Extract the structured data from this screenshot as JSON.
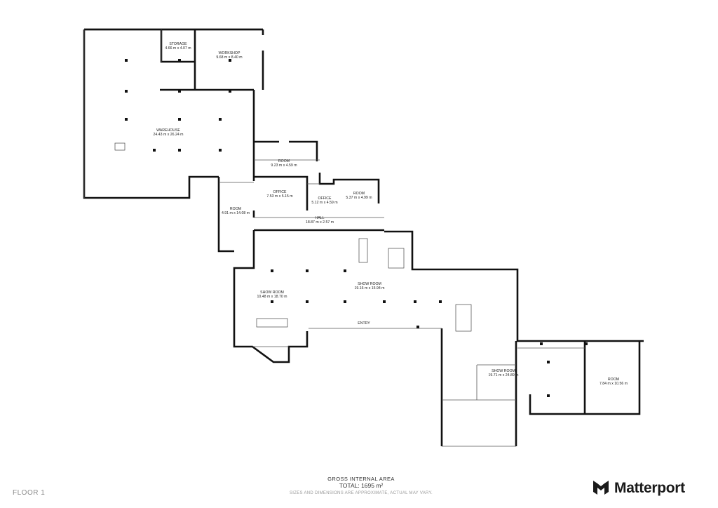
{
  "floor_label": "FLOOR 1",
  "area": {
    "title": "GROSS INTERNAL AREA",
    "total": "TOTAL: 1695 m²",
    "note": "SIZES AND DIMENSIONS ARE APPROXIMATE, ACTUAL MAY VARY."
  },
  "brand": {
    "name": "Matterport",
    "icon": "matterport-logo-icon"
  },
  "rooms": {
    "storage": {
      "name": "STORAGE",
      "dims": "4.66 m x 4.07 m"
    },
    "workshop": {
      "name": "WORKSHOP",
      "dims": "9.68 m x 8.40 m"
    },
    "warehouse": {
      "name": "WAREHOUSE",
      "dims": "24.43 m x 26.24 m"
    },
    "room_a": {
      "name": "ROOM",
      "dims": "9.23 m x 4.59 m"
    },
    "office_a": {
      "name": "OFFICE",
      "dims": "7.53 m x 5.15 m"
    },
    "office_b": {
      "name": "OFFICE",
      "dims": "5.12 m x 4.59 m"
    },
    "room_b": {
      "name": "ROOM",
      "dims": "5.37 m x 4.99 m"
    },
    "room_c": {
      "name": "ROOM",
      "dims": "4.91 m x 14.08 m"
    },
    "hall": {
      "name": "HALL",
      "dims": "18.87 m x 2.57 m"
    },
    "showroom_a": {
      "name": "SHOW ROOM",
      "dims": "10.48 m x 18.70 m"
    },
    "showroom_b": {
      "name": "SHOW ROOM",
      "dims": "19.16 m x 15.94 m"
    },
    "entry": {
      "name": "ENTRY"
    },
    "showroom_c": {
      "name": "SHOW ROOM",
      "dims": "19.71 m x 24.89 m"
    },
    "room_d": {
      "name": "ROOM",
      "dims": "7.84 m x 10.56 m"
    }
  },
  "colors": {
    "wall": "#111111",
    "text": "#222222",
    "muted": "#8a8a8a"
  }
}
